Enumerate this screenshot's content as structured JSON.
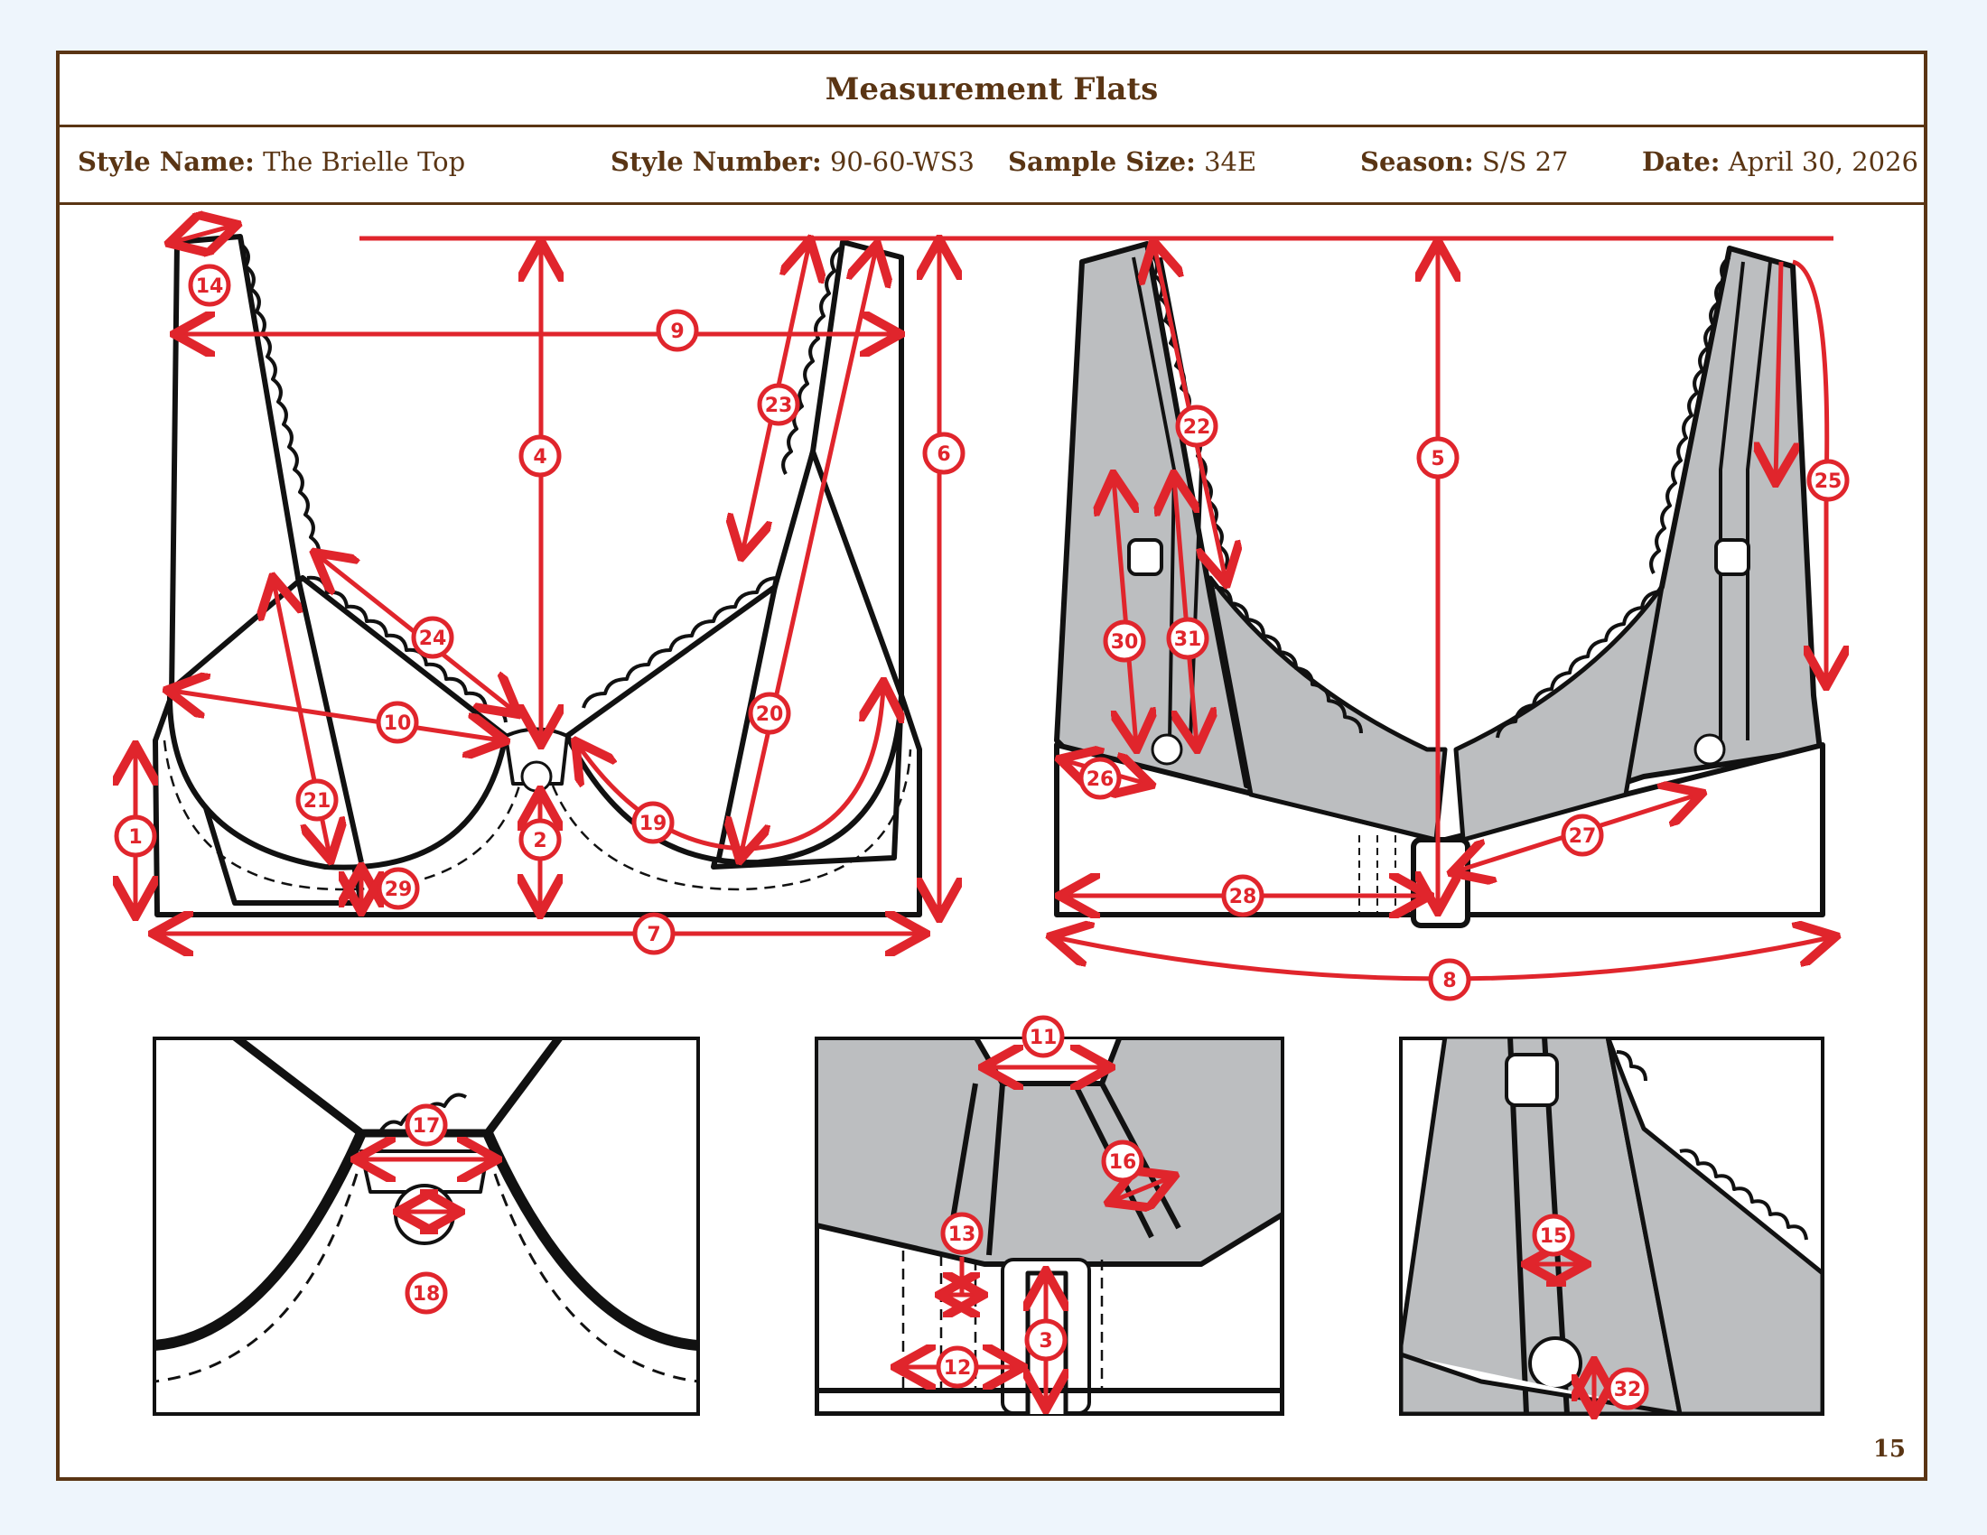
{
  "header": {
    "title": "Measurement Flats"
  },
  "info": {
    "style_name_label": "Style Name:",
    "style_name_value": "The Brielle Top",
    "style_number_label": "Style Number:",
    "style_number_value": "90-60-WS3",
    "sample_size_label": "Sample Size:",
    "sample_size_value": "34E",
    "season_label": "Season:",
    "season_value": "S/S 27",
    "date_label": "Date:",
    "date_value": "April 30, 2026"
  },
  "page_number": "15",
  "colors": {
    "border": "#5a3514",
    "measure_red": "#e0252c",
    "garment_grey": "#bcbec0",
    "outline": "#111111"
  },
  "callouts": {
    "c1": "1",
    "c2": "2",
    "c3": "3",
    "c4": "4",
    "c5": "5",
    "c6": "6",
    "c7": "7",
    "c8": "8",
    "c9": "9",
    "c10": "10",
    "c11": "11",
    "c12": "12",
    "c13": "13",
    "c14": "14",
    "c15": "15",
    "c16": "16",
    "c17": "17",
    "c18": "18",
    "c19": "19",
    "c20": "20",
    "c21": "21",
    "c22": "22",
    "c23": "23",
    "c24": "24",
    "c25": "25",
    "c26": "26",
    "c27": "27",
    "c28": "28",
    "c29": "29",
    "c30": "30",
    "c31": "31",
    "c32": "32"
  }
}
